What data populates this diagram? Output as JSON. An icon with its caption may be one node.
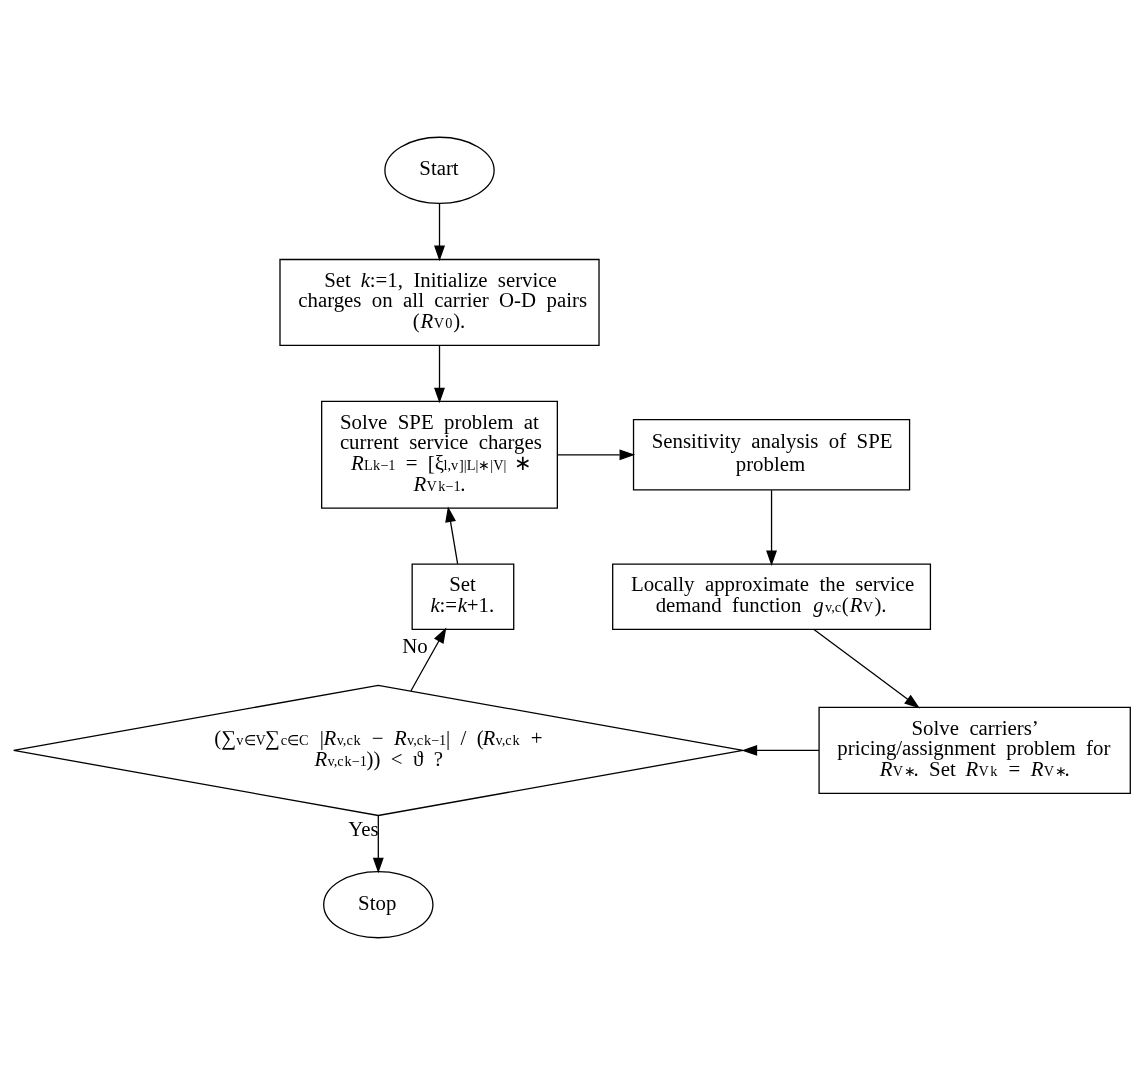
{
  "diagram": {
    "nodes": [
      {
        "text": [
          "Start"
        ]
      },
      {
        "text": [
          "Set *k*:=1, Initialize service charges on all carrier O-D pairs (*R*$_{V}$$^{0}$)."
        ]
      },
      {
        "text": [
          "Solve SPE problem at current service charges *R*$_{L}$$^{k−1}$ = [ξ$_{l,v}$]$_{|L|∗|V|}$ ∗ *R*$_{V}$$^{k−1}$."
        ]
      },
      {
        "text": [
          "Sensitivity analysis of SPE problem"
        ]
      },
      {
        "text": [
          "Locally approximate the service demand function *g*$_{v,c}$(*R*$_{V}$)."
        ]
      },
      {
        "text": [
          "Solve carriers’ pricing/assignment problem for *R*$_{V}$$^{∗}$. Set *R*$_{V}$$^{k}$ = *R*$_{V}$$^{∗}$."
        ]
      },
      {
        "text": [
          "(∑$_{v∈V}$∑$_{c∈C}$ |*R*$_{v,c}$$^{k}$ − *R*$_{v,c}$$^{k−1}$| / (*R*$_{v,c}$$^{k}$ + *R*$_{v,c}$$^{k−1}$)) < ϑ ?"
        ]
      },
      {
        "text": [
          "Set *k*:=*k*+1."
        ]
      },
      {
        "text": [
          "Stop"
        ]
      }
    ],
    "edges": [
      {
        "from": 0,
        "to": 1,
        "arrow": "to"
      },
      {
        "from": 1,
        "to": 2,
        "arrow": "to"
      },
      {
        "from": 2,
        "to": 3,
        "arrow": "to"
      },
      {
        "from": 3,
        "to": 4,
        "arrow": "to"
      },
      {
        "from": 4,
        "to": 5,
        "arrow": "to"
      },
      {
        "from": 5,
        "to": 6,
        "arrow": "to"
      },
      {
        "from": 6,
        "to": 7,
        "label": "No",
        "arrow": "to"
      },
      {
        "from": 7,
        "to": 2,
        "arrow": "to"
      },
      {
        "from": 6,
        "to": 8,
        "label": "Yes",
        "arrow": "to"
      }
    ]
  }
}
